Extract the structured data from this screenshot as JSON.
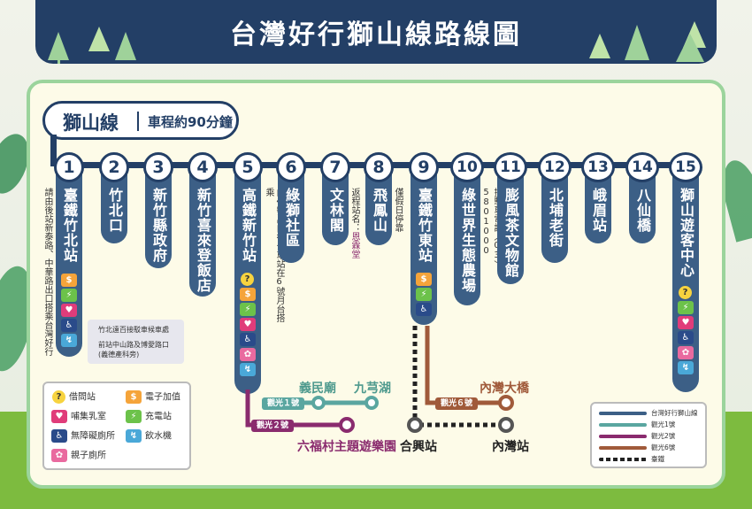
{
  "header": {
    "title": "台灣好行獅山線路線圖"
  },
  "route": {
    "name": "獅山線",
    "duration": "車程約90分鐘"
  },
  "stations": [
    {
      "number": "1",
      "name": "臺鐵竹北站"
    },
    {
      "number": "2",
      "name": "竹北口"
    },
    {
      "number": "3",
      "name": "新竹縣政府"
    },
    {
      "number": "4",
      "name": "新竹喜來登飯店"
    },
    {
      "number": "5",
      "name": "高鐵新竹站"
    },
    {
      "number": "6",
      "name": "綠獅社區"
    },
    {
      "number": "7",
      "name": "文林閣"
    },
    {
      "number": "8",
      "name": "飛鳳山"
    },
    {
      "number": "9",
      "name": "臺鐵竹東站"
    },
    {
      "number": "10",
      "name": "綠世界生態農場"
    },
    {
      "number": "11",
      "name": "膨風茶文物館"
    },
    {
      "number": "12",
      "name": "北埔老街"
    },
    {
      "number": "13",
      "name": "峨眉站"
    },
    {
      "number": "14",
      "name": "八仙橋"
    },
    {
      "number": "15",
      "name": "獅山遊客中心"
    }
  ],
  "notes": {
    "s1": "請由後站新泰路、中華路出口搭乘台灣好行",
    "s5": "由4號出口往公車站在6號月台搭乘",
    "s7_prefix": "返程站名：",
    "s7_name": "恩霖堂",
    "s8": "僅假日停靠",
    "s10": "接駁車電話（03）5801000"
  },
  "callout": {
    "line1": "竹北遠百接駁車候車處",
    "line2": "前站中山路及博愛路口",
    "line3": "(義德產科旁)"
  },
  "legend": {
    "borrow": "借問站",
    "topup": "電子加值",
    "nursing": "哺集乳室",
    "charging": "充電站",
    "accessible": "無障礙廁所",
    "water": "飲水機",
    "family": "親子廁所"
  },
  "branches": {
    "tour1_label": "觀光１號",
    "tour2_label": "觀光２號",
    "tour6_label": "觀光６號",
    "yiminmiao": "義民廟",
    "jiuzhanhu": "九芎湖",
    "leofoo": "六福村主題遊樂園",
    "neiwanbridge": "內灣大橋",
    "hexing": "合興站",
    "neiwan": "內灣站"
  },
  "route_legend": {
    "main": "台灣好行獅山線",
    "tour1": "觀光1號",
    "tour2": "觀光2號",
    "tour6": "觀光6號",
    "rail": "臺鐵"
  },
  "colors": {
    "main": "#3c5f86",
    "tour1": "#5aa6a0",
    "tour2": "#8a2b6e",
    "tour6": "#a05a3a",
    "rail": "#222222"
  }
}
